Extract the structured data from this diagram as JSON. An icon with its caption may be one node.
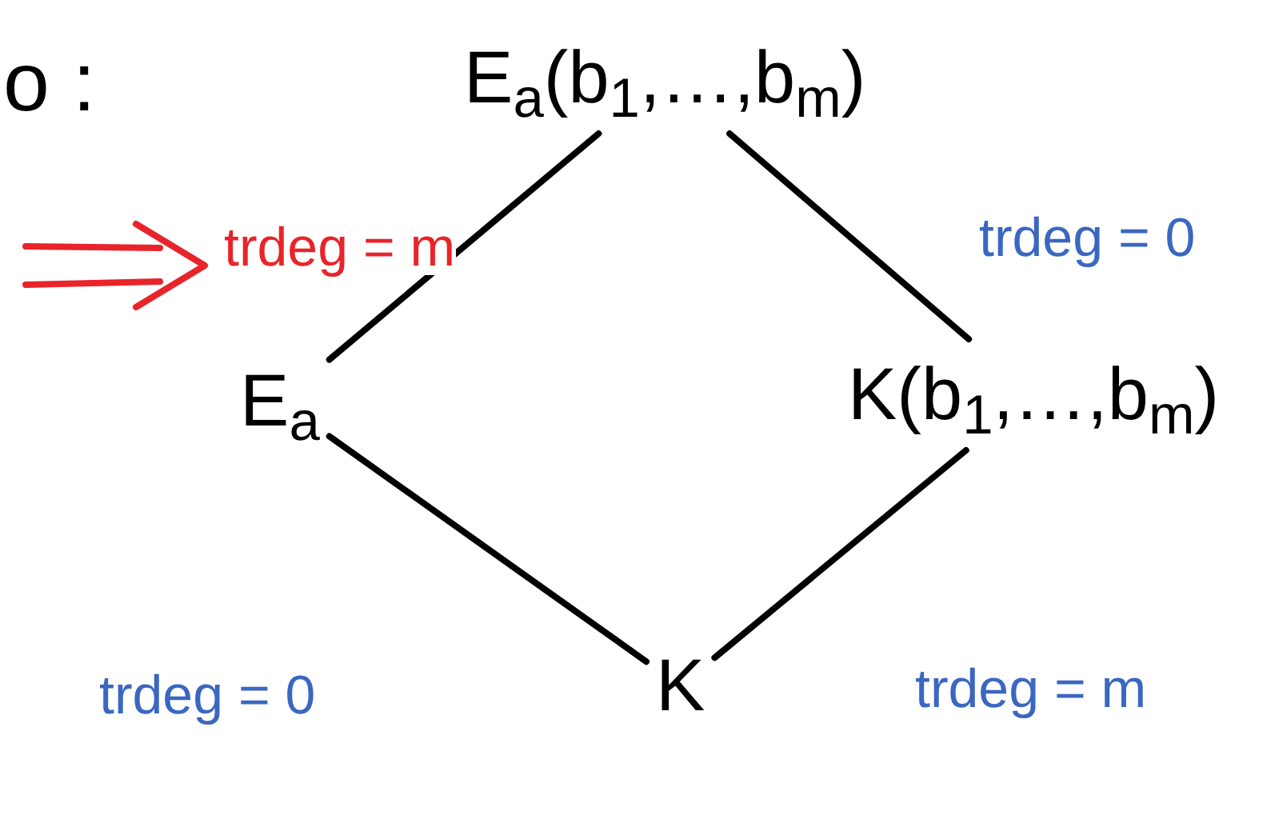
{
  "diagram": {
    "nodes": [
      {
        "text": [
          "E$_{a}$(b$_{1}$,…,b$_{m}$)"
        ]
      },
      {
        "text": [
          "E$_{a}$"
        ]
      },
      {
        "text": [
          "K(b$_{1}$,…,b$_{m}$)"
        ]
      },
      {
        "text": [
          "K"
        ]
      }
    ],
    "edges": [
      {
        "from": 0,
        "to": 1,
        "arrow": "none",
        "label": "trdeg = m"
      },
      {
        "from": 0,
        "to": 2,
        "arrow": "none",
        "label": "trdeg = 0"
      },
      {
        "from": 1,
        "to": 3,
        "arrow": "none",
        "label": "trdeg = 0"
      },
      {
        "from": 2,
        "to": 3,
        "arrow": "none",
        "label": "trdeg = m"
      }
    ],
    "labels": [
      "o :"
    ]
  }
}
